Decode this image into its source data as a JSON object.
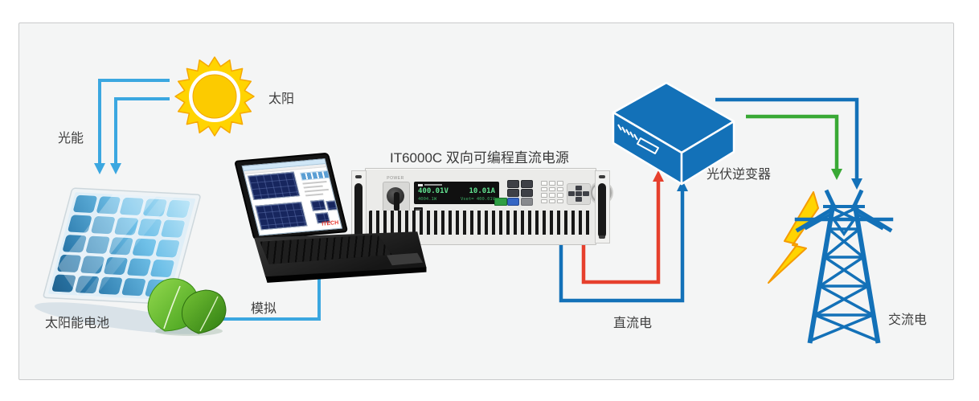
{
  "labels": {
    "sun": "太阳",
    "light_energy": "光能",
    "solar_cell": "太阳能电池",
    "simulate": "模拟",
    "inverter": "光伏逆变器",
    "dc_power": "直流电",
    "ac_power": "交流电"
  },
  "instrument": {
    "title": "IT6000C 双向可编程直流电源",
    "power_label": "POWER",
    "display": {
      "voltage": "400.01V",
      "current": "10.01A",
      "power": "4004.1W",
      "setpoint": "Vset= 400.01V"
    }
  },
  "laptop": {
    "screen_logo": "ITECH"
  },
  "colors": {
    "panel_bg": "#F4F5F5",
    "panel_border": "#C9CACB",
    "arrow_cyan": "#3BA7E0",
    "line_blue": "#1371B8",
    "line_green": "#39A935",
    "line_red": "#E6402D",
    "sun_yellow": "#FFD401",
    "sun_stroke": "#F6A800",
    "device_blue": "#1371B8",
    "display_green": "#63E391",
    "leaf_green": "#5FBF2F"
  }
}
